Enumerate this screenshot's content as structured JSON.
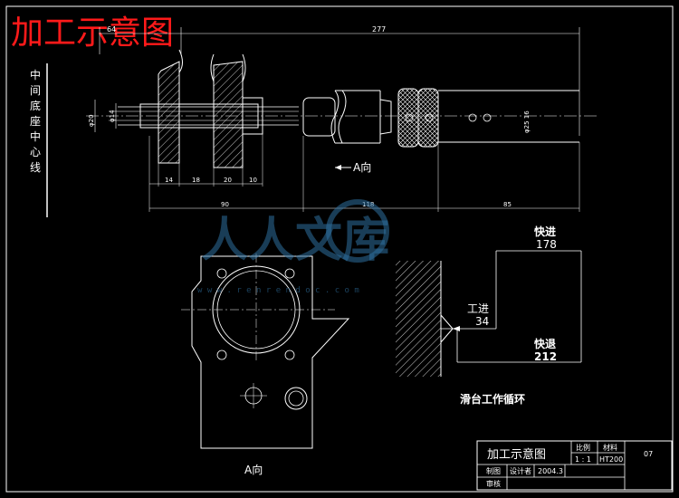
{
  "title": "加工示意图",
  "side_label_chars": [
    "中",
    "间",
    "底",
    "座",
    "中",
    "心",
    "线"
  ],
  "dims": {
    "top_left": "64",
    "overall": "277",
    "phi20": "φ20",
    "phi14": "φ14",
    "phi_right": "φ25 16",
    "seg14": "14",
    "seg18": "18",
    "seg20": "20",
    "seg10": "10",
    "d90": "90",
    "d118": "118",
    "d85": "85"
  },
  "view_a_arrow": "A向",
  "view_a_label": "A向",
  "cycle": {
    "fast_forward_label": "快进",
    "fast_forward_value": "178",
    "work_feed_label": "工进",
    "work_feed_value": "34",
    "fast_return_label": "快退",
    "fast_return_value": "212",
    "caption": "滑台工作循环"
  },
  "title_block": {
    "name": "加工示意图",
    "scale_label": "比例",
    "material_label": "材料",
    "scale_value": "1 : 1",
    "material_value": "HT200",
    "number": "07",
    "drawn_label": "制图",
    "designer_label": "设计者",
    "date": "2004.3",
    "check_label": "审核"
  },
  "watermark": {
    "text": "人人文库",
    "url": "w w w . r e n r e n d o c . c o m"
  }
}
